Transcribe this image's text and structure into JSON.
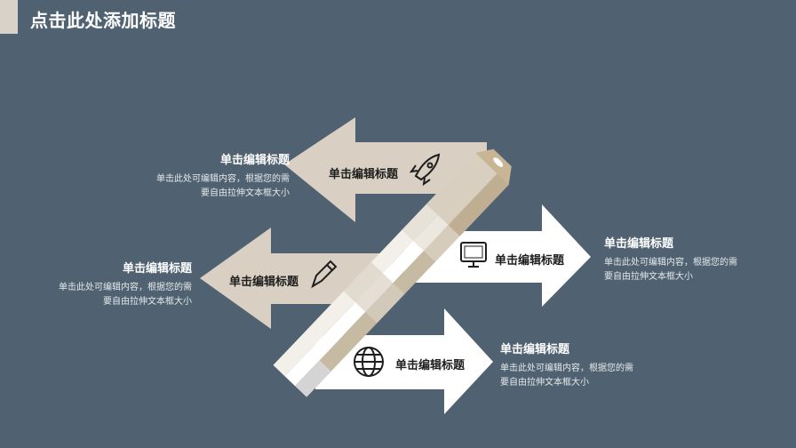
{
  "title": "点击此处添加标题",
  "colors": {
    "background": "#506271",
    "beige": "#d9d0c3",
    "white": "#ffffff"
  },
  "arrows": [
    {
      "label": "单击编辑标题",
      "icon": "rocket-icon",
      "direction": "left"
    },
    {
      "label": "单击编辑标题",
      "icon": "pencil-icon",
      "direction": "left"
    },
    {
      "label": "单击编辑标题",
      "icon": "computer-code-icon",
      "direction": "right"
    },
    {
      "label": "单击编辑标题",
      "icon": "globe-icon",
      "direction": "right"
    }
  ],
  "blocks": [
    {
      "heading": "单击编辑标题",
      "line1": "单击此处可编辑内容，根据您的需",
      "line2": "要自由拉伸文本框大小"
    },
    {
      "heading": "单击编辑标题",
      "line1": "单击此处可编辑内容，根据您的需",
      "line2": "要自由拉伸文本框大小"
    },
    {
      "heading": "单击编辑标题",
      "line1": "单击此处可编辑内容，根据您的需",
      "line2": "要自由拉伸文本框大小"
    },
    {
      "heading": "单击编辑标题",
      "line1": "单击此处可编辑内容，根据您的需",
      "line2": "要自由拉伸文本框大小"
    }
  ]
}
